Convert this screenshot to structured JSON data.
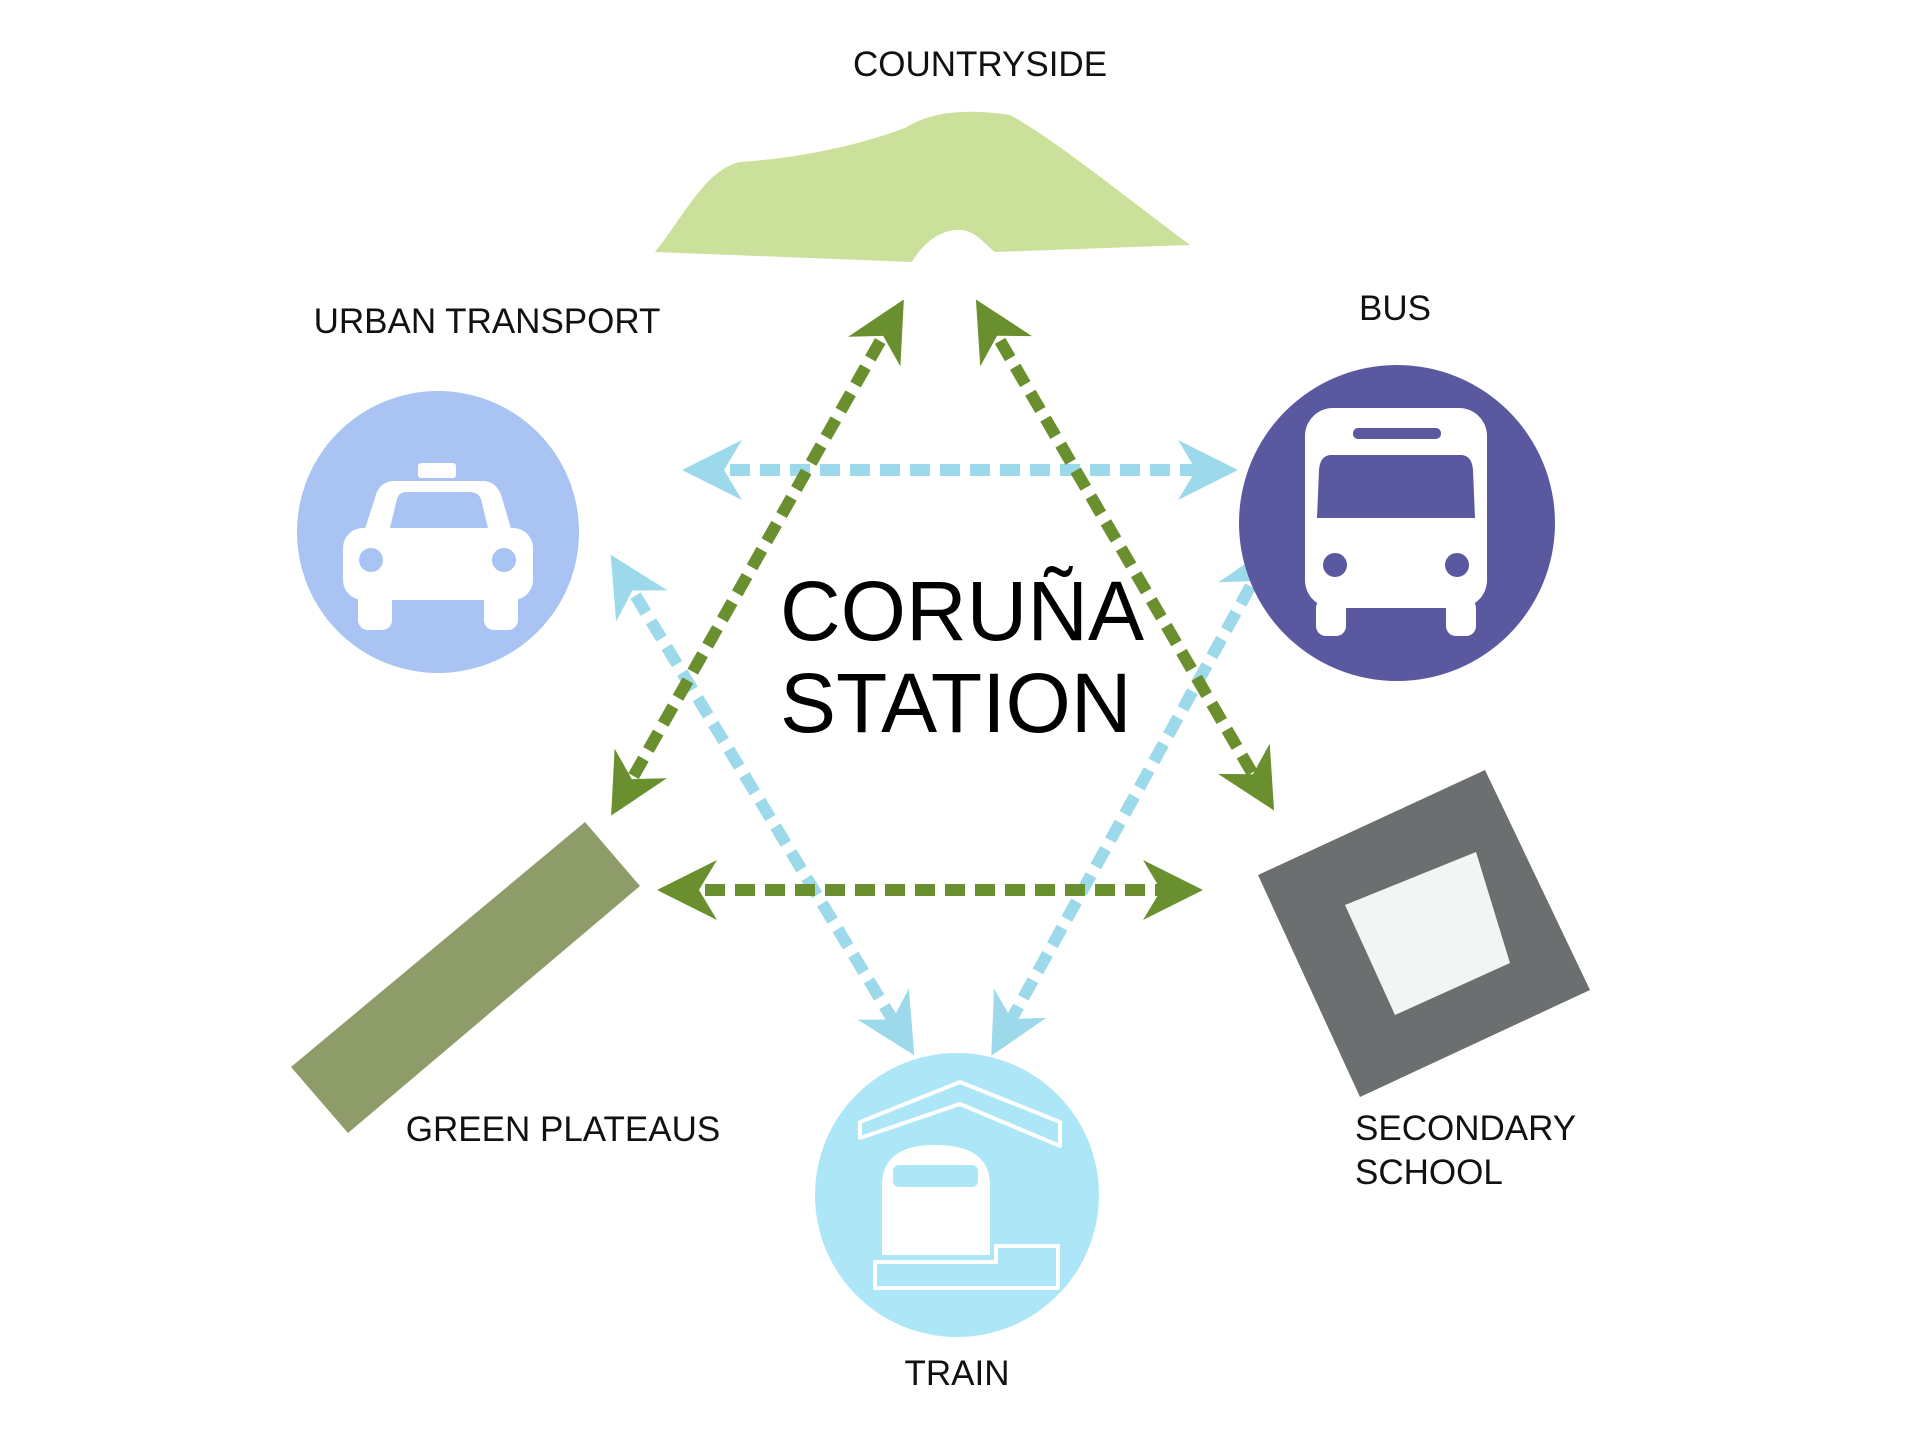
{
  "center": {
    "line1": "CORUÑA",
    "line2": "STATION"
  },
  "nodes": {
    "countryside": {
      "label": "COUNTRYSIDE"
    },
    "urban_transport": {
      "label": "URBAN TRANSPORT"
    },
    "bus": {
      "label": "BUS"
    },
    "green_plateaus": {
      "label": "GREEN PLATEAUS"
    },
    "secondary_school": {
      "line1": "SECONDARY",
      "line2": "SCHOOL"
    },
    "train": {
      "label": "TRAIN"
    }
  },
  "colors": {
    "green_link": "#6a8f2e",
    "blue_link": "#9cd9ea",
    "countryside_fill": "#cbe09a",
    "urban_circle": "#a9c4f2",
    "bus_circle": "#5a59a0",
    "train_circle": "#ade6f7",
    "plateau_fill": "#8e9c6a",
    "school_outer": "#6c6f70",
    "school_inner": "#f3f5f4"
  },
  "icons": {
    "countryside": "hill-icon",
    "urban_transport": "taxi-icon",
    "bus": "bus-icon",
    "green_plateaus": "plateau-icon",
    "secondary_school": "school-icon",
    "train": "train-icon"
  }
}
